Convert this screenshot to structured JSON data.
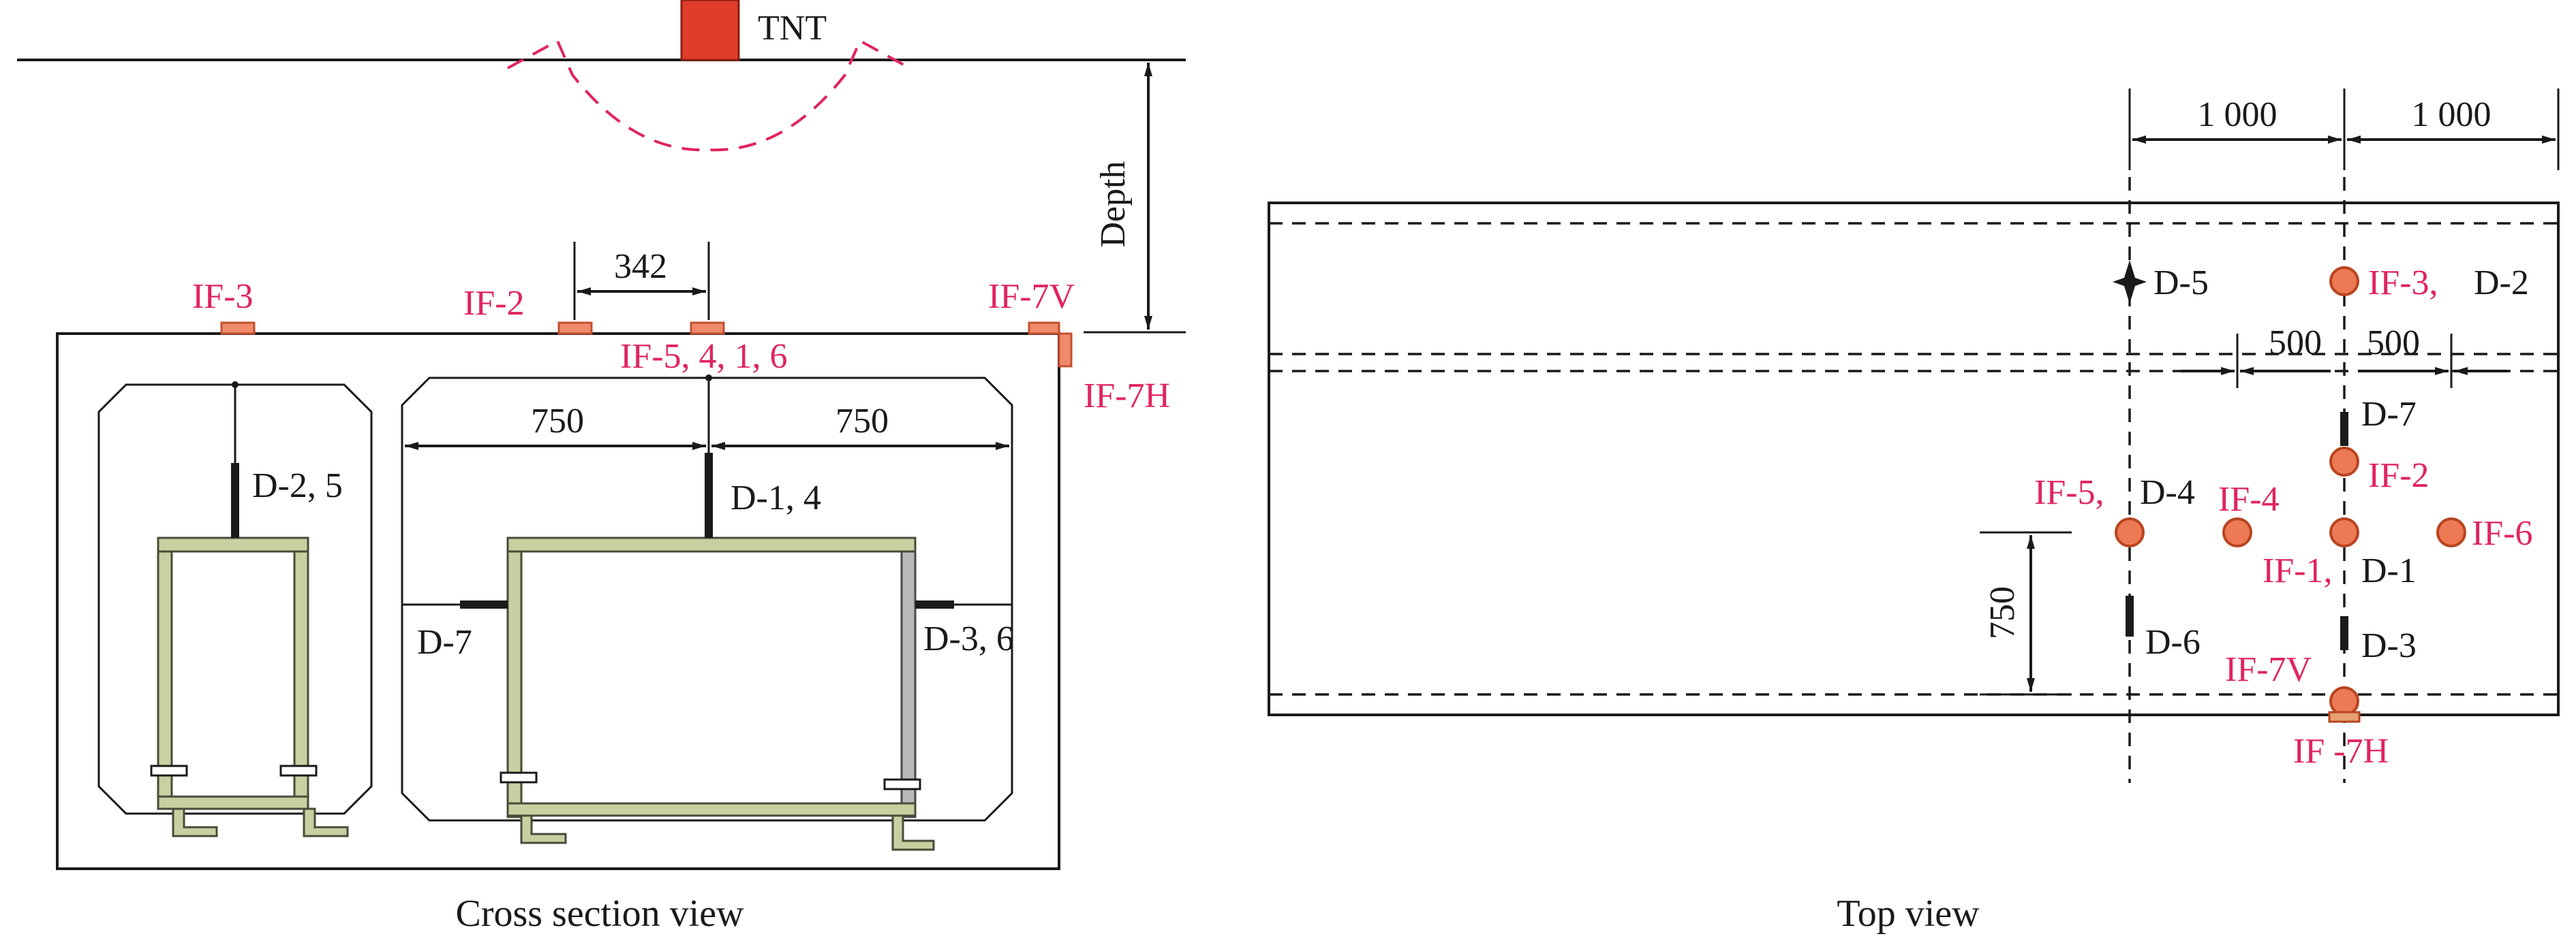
{
  "diagram": {
    "charge_label": "TNT",
    "depth_label": "Depth",
    "cross_section": {
      "caption": "Cross section view",
      "dim_top": "342",
      "dim_left": "750",
      "dim_right": "750",
      "labels": {
        "if3": "IF-3",
        "if2": "IF-2",
        "if7v": "IF-7V",
        "if7h": "IF-7H",
        "if_center": "IF-5, 4, 1, 6",
        "d2": "D-2, 5",
        "d1": "D-1, 4",
        "d7": "D-7",
        "d3": "D-3, 6"
      }
    },
    "top_view": {
      "caption": "Top view",
      "dim_1000_left": "1 000",
      "dim_1000_right": "1 000",
      "dim_500_left": "500",
      "dim_500_right": "500",
      "dim_750": "750",
      "labels": {
        "d5": "D-5",
        "if3": "IF-3,",
        "d2": "D-2",
        "d7": "D-7",
        "if2": "IF-2",
        "if5": "IF-5,",
        "d4": "D-4",
        "if4": "IF-4",
        "if6": "IF-6",
        "if1": "IF-1,",
        "d1": "D-1",
        "d6": "D-6",
        "d3": "D-3",
        "if7v": "IF-7V",
        "if7h": "IF -7H"
      }
    }
  }
}
